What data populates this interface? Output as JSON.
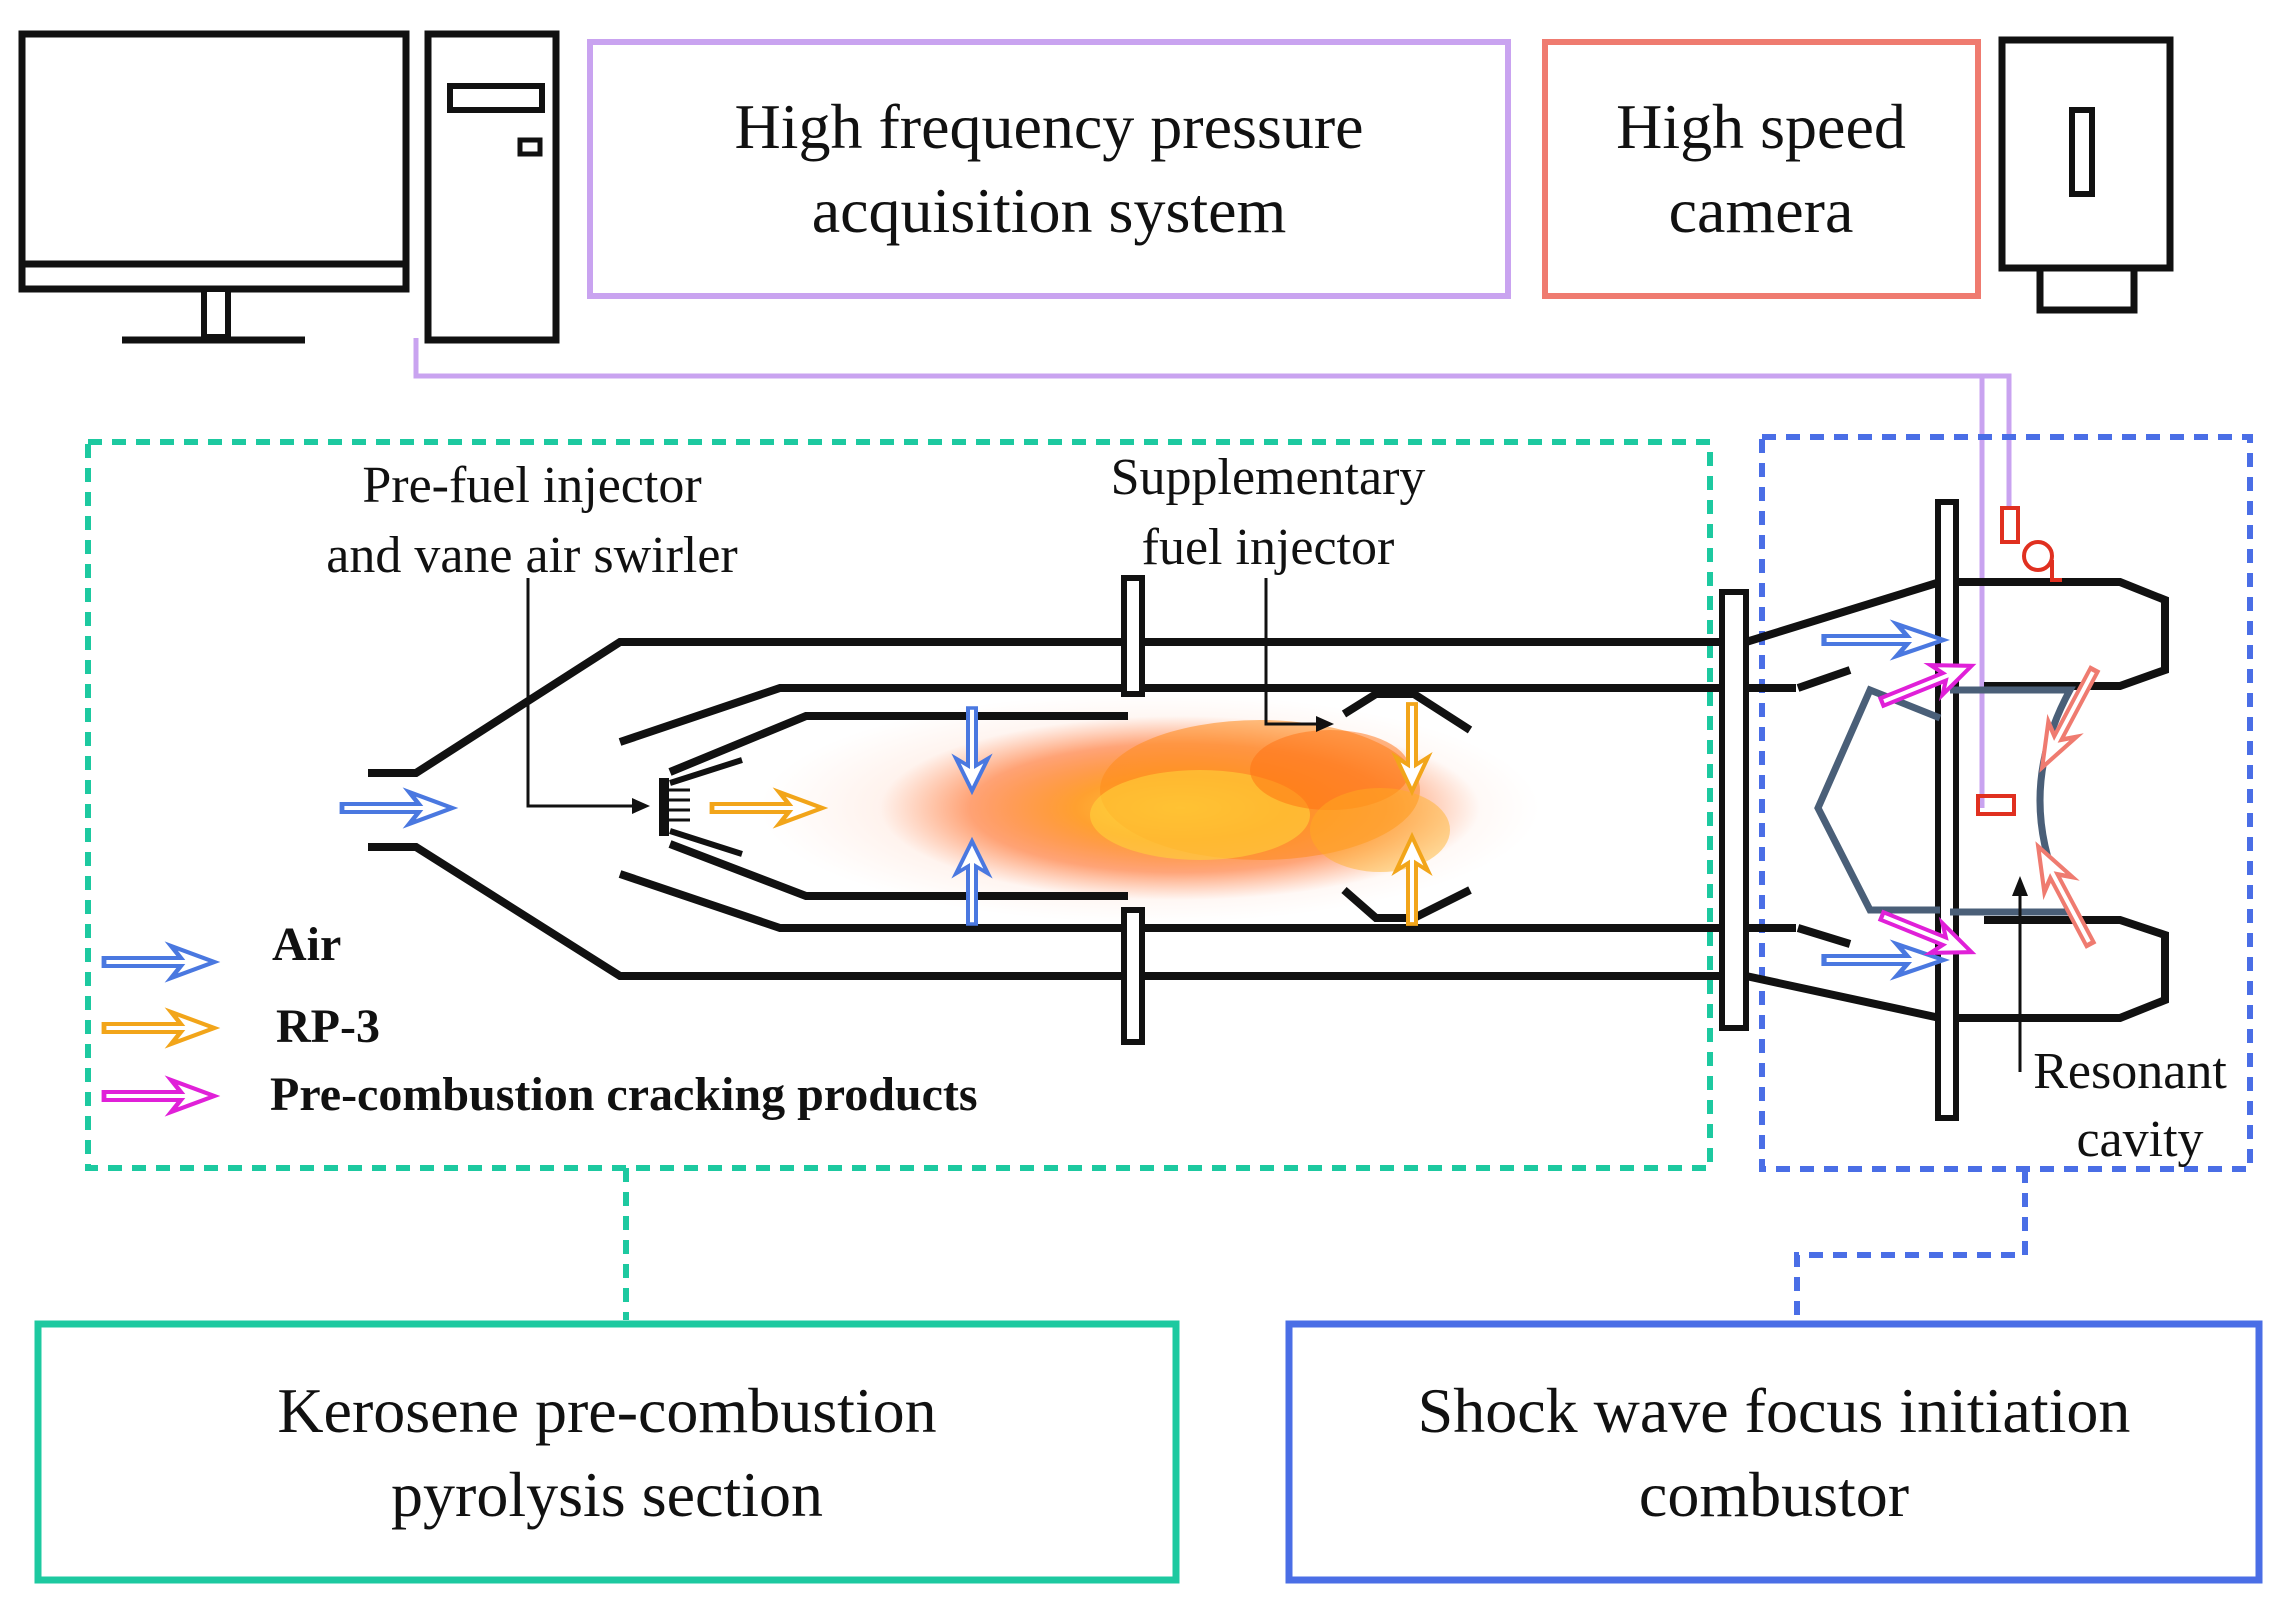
{
  "boxes": {
    "pressure_system": [
      "High frequency pressure",
      "acquisition system"
    ],
    "camera": [
      "High speed",
      "camera"
    ],
    "pyrolysis_section": [
      "Kerosene pre-combustion",
      "pyrolysis section"
    ],
    "combustor": [
      "Shock wave focus initiation",
      "combustor"
    ]
  },
  "labels": {
    "prefuel": [
      "Pre-fuel injector",
      "and vane air swirler"
    ],
    "supplementary": [
      "Supplementary",
      "fuel injector"
    ],
    "resonant": [
      "Resonant",
      "cavity"
    ]
  },
  "legend": [
    {
      "label": "Air",
      "color": "#4a78e0"
    },
    {
      "label": "RP-3",
      "color": "#f2a51a"
    },
    {
      "label": "Pre-combustion cracking products",
      "color": "#e020d8"
    }
  ],
  "colors": {
    "pressure_box": "#c9a3f0",
    "camera_box": "#ef7b70",
    "pyrolysis_box": "#1dc9a0",
    "combustor_box": "#4a6ee6",
    "sensor_line": "#c9a3f0",
    "reflector": "#4a5f78",
    "reflected_arrow": "#ef7b70"
  },
  "icons": [
    "monitor-icon",
    "computer-tower-icon",
    "camera-icon",
    "pressure-sensor-icon"
  ]
}
